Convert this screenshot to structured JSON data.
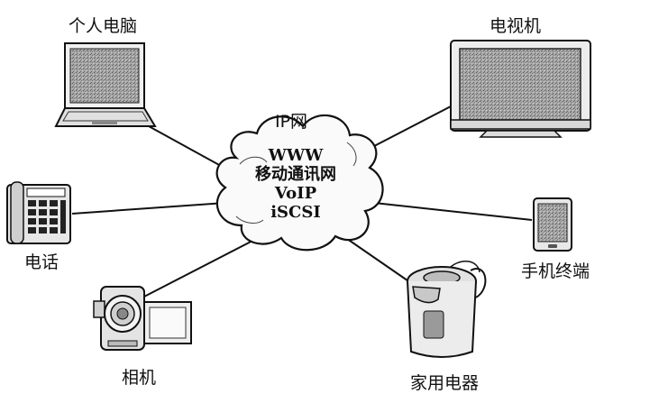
{
  "center": {
    "title": "IP网",
    "services": [
      "WWW",
      "移动通讯网",
      "VoIP",
      "iSCSI"
    ]
  },
  "devices": {
    "laptop": "个人电脑",
    "tv": "电视机",
    "phone": "电话",
    "tablet": "手机终端",
    "camera": "相机",
    "appliance": "家用电器"
  },
  "colors": {
    "line": "#111111",
    "screen_fill": "#9a9a9a",
    "device_fill": "#e6e6e6"
  }
}
